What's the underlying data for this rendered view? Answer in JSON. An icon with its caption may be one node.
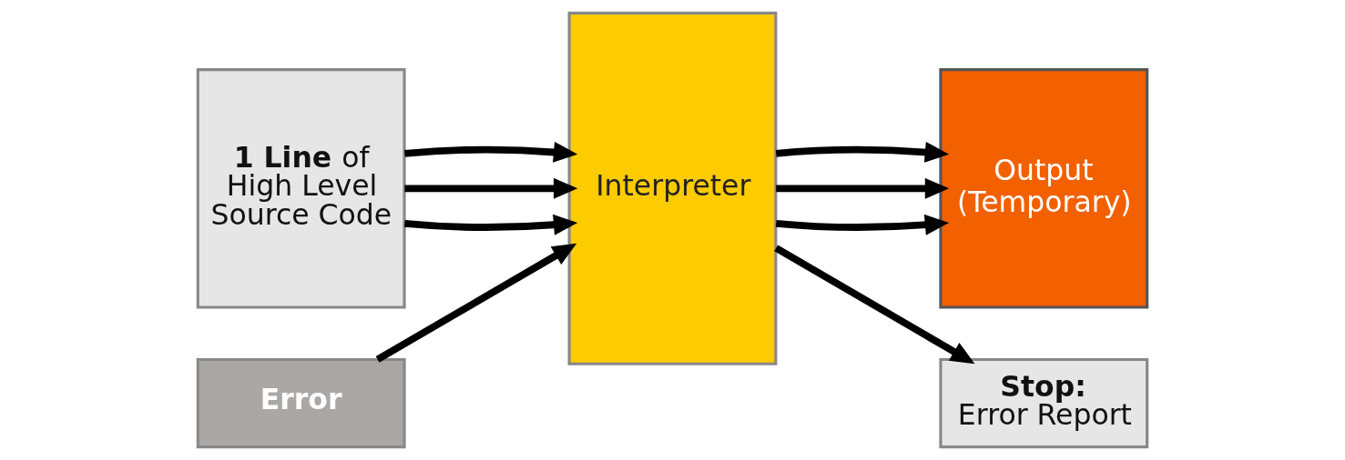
{
  "diagram": {
    "nodes": [
      {
        "text": [
          "**1 Line** of High Level Source Code"
        ]
      },
      {
        "text": [
          "Error"
        ]
      },
      {
        "text": [
          "Interpreter"
        ]
      },
      {
        "text": [
          "Output (Temporary)"
        ]
      },
      {
        "text": [
          "Stop:",
          "Error Report"
        ]
      }
    ],
    "edges": [
      {
        "from": 0,
        "to": 2,
        "arrow": "to"
      },
      {
        "from": 0,
        "to": 2,
        "arrow": "to"
      },
      {
        "from": 0,
        "to": 2,
        "arrow": "to"
      },
      {
        "from": 1,
        "to": 2,
        "arrow": "to"
      },
      {
        "from": 2,
        "to": 3,
        "arrow": "to"
      },
      {
        "from": 2,
        "to": 3,
        "arrow": "to"
      },
      {
        "from": 2,
        "to": 3,
        "arrow": "to"
      },
      {
        "from": 2,
        "to": 4,
        "arrow": "to"
      }
    ]
  }
}
